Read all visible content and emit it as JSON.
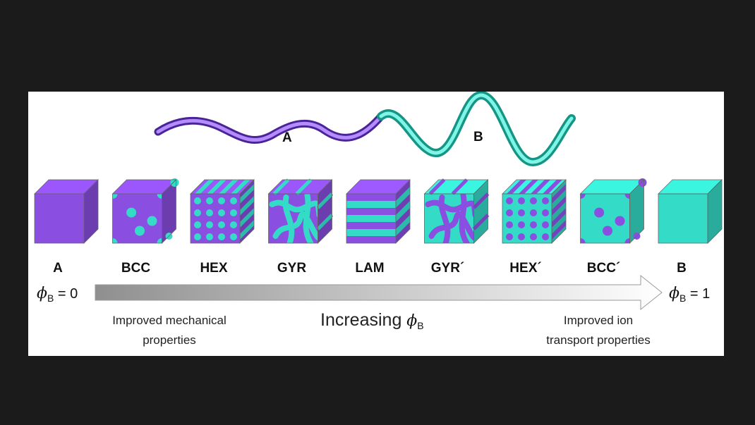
{
  "chain": {
    "label_a": "A",
    "label_b": "B"
  },
  "colors": {
    "block_a": "#8a4ee0",
    "block_b": "#34dcc8",
    "arrow_start": "#8f8f8f",
    "arrow_end": "#ffffff"
  },
  "phases": [
    {
      "label": "A",
      "type": "solid-a"
    },
    {
      "label": "BCC",
      "type": "bcc"
    },
    {
      "label": "HEX",
      "type": "hex"
    },
    {
      "label": "GYR",
      "type": "gyr"
    },
    {
      "label": "LAM",
      "type": "lam"
    },
    {
      "label": "GYR´",
      "type": "gyr-inv"
    },
    {
      "label": "HEX´",
      "type": "hex-inv"
    },
    {
      "label": "BCC´",
      "type": "bcc-inv"
    },
    {
      "label": "B",
      "type": "solid-b"
    }
  ],
  "axis": {
    "phi_symbol": "ϕ",
    "subscript": "B",
    "start_eq": " = 0",
    "end_eq": " = 1",
    "center_text": "Increasing "
  },
  "notes": {
    "left_line1": "Improved mechanical",
    "left_line2": "properties",
    "right_line1": "Improved ion",
    "right_line2": "transport properties"
  }
}
